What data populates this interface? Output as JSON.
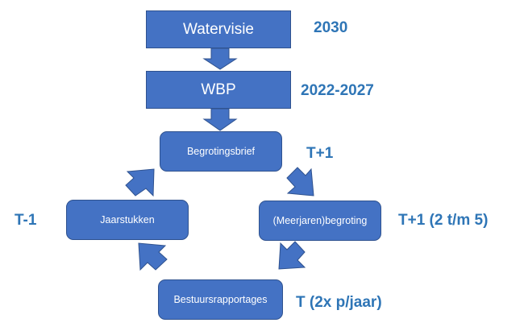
{
  "diagram": {
    "nodes": {
      "watervisie": "Watervisie",
      "wbp": "WBP",
      "begrotingsbrief": "Begrotingsbrief",
      "meerjarenbegroting": "(Meerjaren)begroting",
      "bestuursrapportages": "Bestuursrapportages",
      "jaarstukken": "Jaarstukken"
    },
    "labels": {
      "watervisie": "2030",
      "wbp": "2022-2027",
      "begrotingsbrief": "T+1",
      "meerjarenbegroting": "T+1 (2 t/m 5)",
      "bestuursrapportages": "T (2x p/jaar)",
      "jaarstukken": "T-1"
    },
    "colors": {
      "box_fill": "#4472c4",
      "box_border": "#2f528f",
      "label_text": "#2e75b6"
    }
  }
}
